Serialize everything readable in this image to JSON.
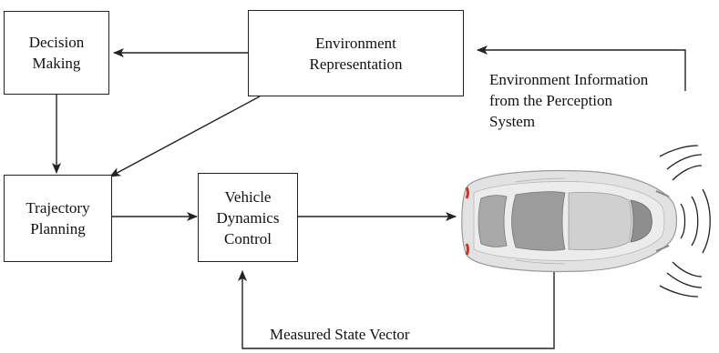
{
  "nodes": {
    "decision_making": "Decision\nMaking",
    "environment_representation": "Environment\nRepresentation",
    "trajectory_planning": "Trajectory\nPlanning",
    "vehicle_dynamics_control": "Vehicle\nDynamics\nControl"
  },
  "labels": {
    "environment_information": "Environment Information\nfrom the Perception\nSystem",
    "measured_state_vector": "Measured State Vector"
  },
  "icons": {
    "vehicle": "car-top-view-icon",
    "signal": "sensor-waves-icon"
  },
  "colors": {
    "stroke": "#222222",
    "car_body": "#e2e2e2"
  }
}
